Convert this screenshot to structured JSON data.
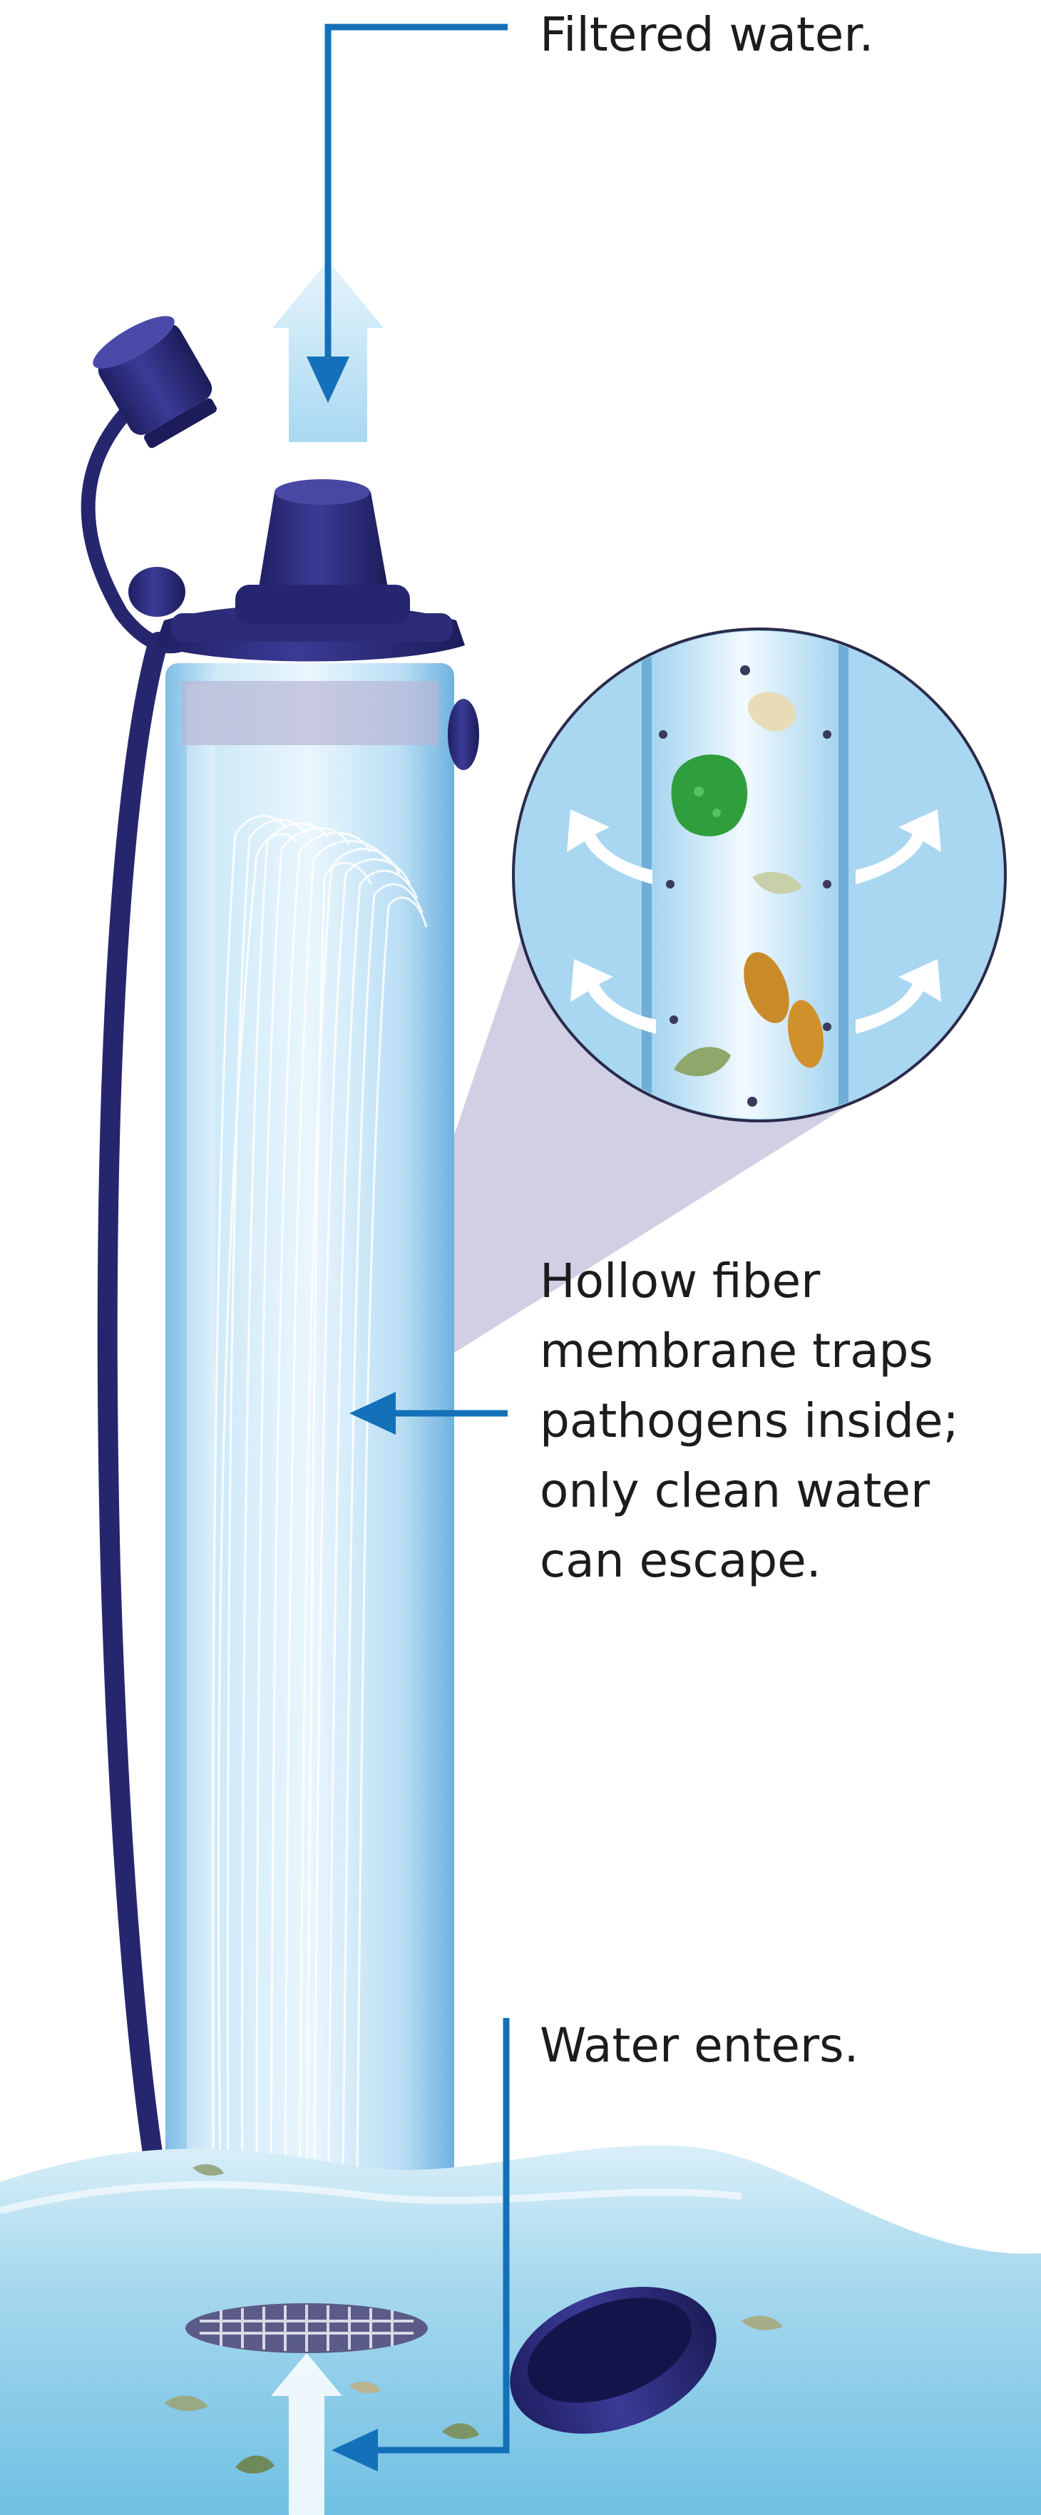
{
  "labels": {
    "filtered_water": "Filtered water.",
    "membrane_lines": [
      "Hollow fiber",
      "membrane traps",
      "pathogens inside;",
      "only clean water",
      "can escape."
    ],
    "water_enters": "Water enters."
  },
  "colors": {
    "arrow_blue": "#1470b8",
    "body_navy": "#2a2a7a",
    "water_light": "#bfe3f4",
    "tube_blue": "#8fc8ea"
  }
}
